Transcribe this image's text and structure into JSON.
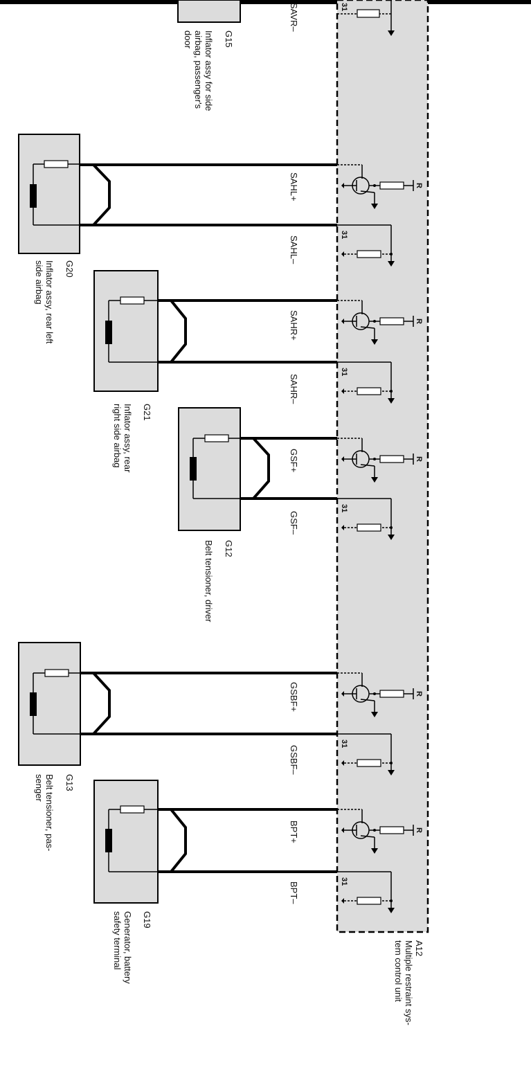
{
  "control_unit": {
    "id": "A12",
    "desc_line1": "Multiple restraint sys-",
    "desc_line2": "tem control unit"
  },
  "components": [
    {
      "key": "g15",
      "id": "G15",
      "line1": "Inflator assy for side",
      "line2": "airbag, passenger's",
      "line3": "door"
    },
    {
      "key": "g20",
      "id": "G20",
      "line1": "Inflator assy, rear left",
      "line2": "side airbag",
      "line3": ""
    },
    {
      "key": "g21",
      "id": "G21",
      "line1": "Inflator assy, rear",
      "line2": "right side airbag",
      "line3": ""
    },
    {
      "key": "g12",
      "id": "G12",
      "line1": "Belt tensioner, driver",
      "line2": "",
      "line3": ""
    },
    {
      "key": "g13",
      "id": "G13",
      "line1": "Belt tensioner, pas-",
      "line2": "senger",
      "line3": ""
    },
    {
      "key": "g19",
      "id": "G19",
      "line1": "Generator, battery",
      "line2": "safety terminal",
      "line3": ""
    }
  ],
  "signals": {
    "savr_minus": "SAVR–",
    "sahl_plus": "SAHL+",
    "sahl_minus": "SAHL–",
    "sahr_plus": "SAHR+",
    "sahr_minus": "SAHR–",
    "gsf_plus": "GSF+",
    "gsf_minus": "GSF–",
    "gsbf_plus": "GSBF+",
    "gsbf_minus": "GSBF–",
    "bpt_plus": "BPT+",
    "bpt_minus": "BPT–"
  },
  "pin_labels": {
    "ground": "31",
    "resistor": "R"
  }
}
